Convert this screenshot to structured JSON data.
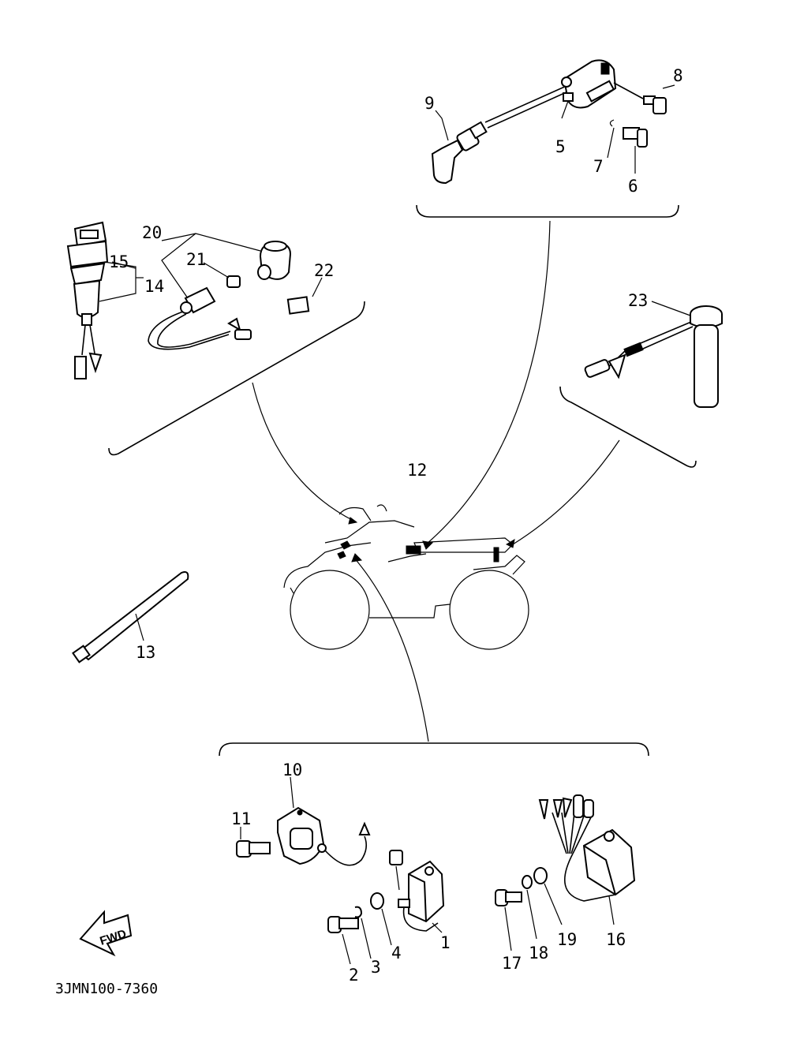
{
  "callouts": {
    "n1": "1",
    "n2": "2",
    "n3": "3",
    "n4": "4",
    "n5": "5",
    "n6": "6",
    "n7": "7",
    "n8": "8",
    "n9": "9",
    "n10": "10",
    "n11": "11",
    "n12": "12",
    "n13": "13",
    "n14": "14",
    "n15": "15",
    "n16": "16",
    "n17": "17",
    "n18": "18",
    "n19": "19",
    "n20": "20",
    "n21": "21",
    "n22": "22",
    "n23": "23"
  },
  "direction_badge": "FWD",
  "diagram_code": "3JMN100-7360"
}
